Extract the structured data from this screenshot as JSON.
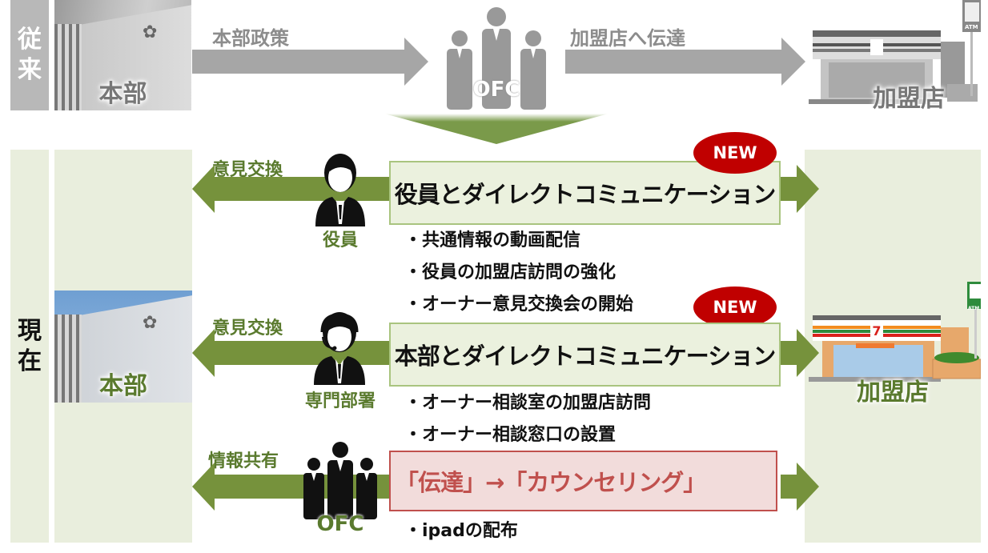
{
  "legacy": {
    "section_label": [
      "従",
      "来"
    ],
    "hq_caption": "本部",
    "policy_arrow_label": "本部政策",
    "ofc_caption": "OFC",
    "relay_arrow_label": "加盟店へ伝達",
    "store_caption": "加盟店",
    "store_sign_atm": "ATM"
  },
  "current": {
    "section_label": [
      "現",
      "在"
    ],
    "hq_caption": "本部",
    "store_caption": "加盟店",
    "store_sign_atm": "ATM",
    "rows": [
      {
        "arrow_label": "意見交換",
        "person_caption": "役員",
        "box_text": "役員とダイレクトコミュニケーション",
        "badge": "NEW",
        "bullets": [
          "・共通情報の動画配信",
          "・役員の加盟店訪問の強化",
          "・オーナー意見交換会の開始"
        ]
      },
      {
        "arrow_label": "意見交換",
        "person_caption": "専門部署",
        "box_text": "本部とダイレクトコミュニケーション",
        "badge": "NEW",
        "bullets": [
          "・オーナー相談室の加盟店訪問",
          "・オーナー相談窓口の設置"
        ]
      },
      {
        "arrow_label": "情報共有",
        "person_caption": "OFC",
        "box_text": "「伝達」→「カウンセリング」",
        "bullets": [
          "・ipadの配布"
        ]
      }
    ]
  },
  "colors": {
    "accent_green": "#76923c",
    "panel_green": "#e9eedd",
    "badge_red": "#c00000",
    "counsel_red": "#c0504d",
    "legacy_gray": "#a6a6a6"
  }
}
